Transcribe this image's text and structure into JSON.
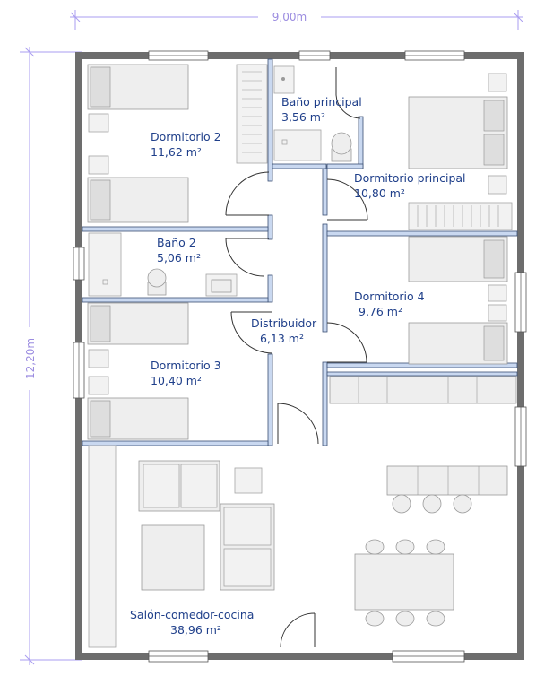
{
  "dimensions": {
    "width": "9,00m",
    "height": "12,20m"
  },
  "rooms": [
    {
      "id": "dormitorio-2",
      "name": "Dormitorio 2",
      "area": "11,62 m²"
    },
    {
      "id": "bano-principal",
      "name": "Baño principal",
      "area": "3,56 m²"
    },
    {
      "id": "dormitorio-principal",
      "name": "Dormitorio principal",
      "area": "10,80 m²"
    },
    {
      "id": "bano-2",
      "name": "Baño 2",
      "area": "5,06 m²"
    },
    {
      "id": "dormitorio-4",
      "name": "Dormitorio 4",
      "area": "9,76 m²"
    },
    {
      "id": "distribuidor",
      "name": "Distribuidor",
      "area": "6,13 m²"
    },
    {
      "id": "dormitorio-3",
      "name": "Dormitorio 3",
      "area": "10,40 m²"
    },
    {
      "id": "salon",
      "name": "Salón-comedor-cocina",
      "area": "38,96 m²"
    }
  ]
}
